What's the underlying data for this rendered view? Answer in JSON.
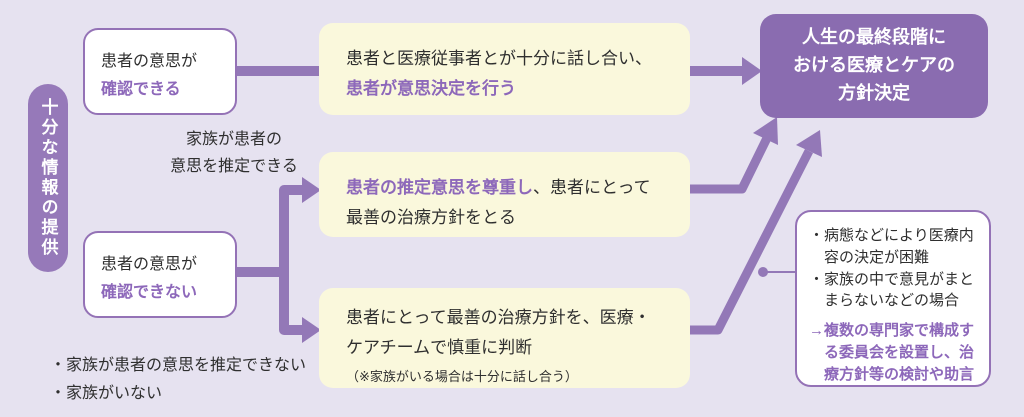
{
  "colors": {
    "background": "#e6e2f0",
    "purple_accent": "#9378b7",
    "purple_bar": "#9679b9",
    "purple_outcome": "#8a6cb0",
    "purple_text": "#8d68ba",
    "box_border": "#9472b6",
    "cream_box": "#faf8dc",
    "white_box": "#ffffff",
    "black_text": "#2f2f2f"
  },
  "left_bar": {
    "label": "十分な情報の提供"
  },
  "condition": {
    "confirmable": {
      "line1": "患者の意思が",
      "line2": "確認できる"
    },
    "not_confirmable": {
      "line1": "患者の意思が",
      "line2": "確認できない"
    }
  },
  "family_label": {
    "line1": "家族が患者の",
    "line2": "意思を推定できる"
  },
  "bottom_notes": {
    "line1": "・家族が患者の意思を推定できない",
    "line2": "・家族がいない"
  },
  "process": {
    "box1": {
      "black": "患者と医療従事者とが十分に話し合い、",
      "purple": "患者が意思決定を行う"
    },
    "box2": {
      "purple": "患者の推定意思を尊重し",
      "black1": "、患者にとって",
      "black2": "最善の治療方針をとる"
    },
    "box3": {
      "black1": "患者にとって最善の治療方針を、医療・",
      "black2": "ケアチームで慎重に判断",
      "note": "（※家族がいる場合は十分に話し合う）"
    }
  },
  "outcome": {
    "line1": "人生の最終段階に",
    "line2": "おける医療とケアの",
    "line3": "方針決定"
  },
  "callout": {
    "item1": "・病態などにより医療内容の決定が困難",
    "item2": "・家族の中で意見がまとまらないなどの場合",
    "action": "→複数の専門家で構成する委員会を設置し、治療方針等の検討や助言"
  }
}
